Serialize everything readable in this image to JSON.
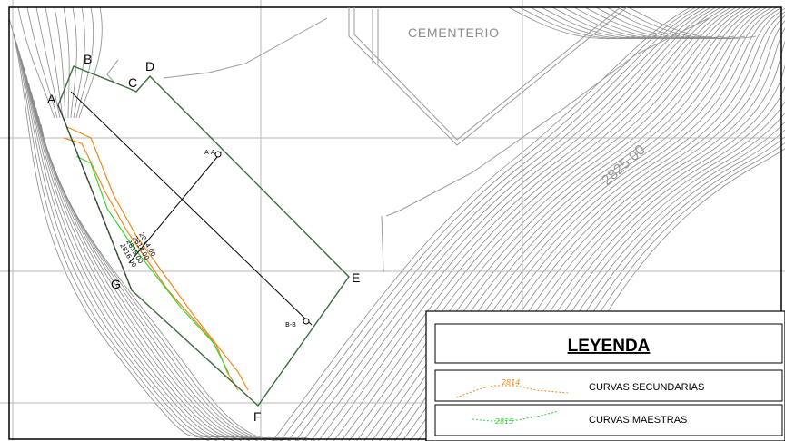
{
  "map": {
    "place_label": "CEMENTERIO",
    "contour_label": "2825.00",
    "points": [
      "A",
      "B",
      "C",
      "D",
      "E",
      "F",
      "G"
    ],
    "section_labels": [
      "A-A",
      "B-B"
    ],
    "curve_labels": [
      "2814.00",
      "2814.00",
      "2815.00",
      "2816.00"
    ]
  },
  "legend": {
    "title": "LEYENDA",
    "items": [
      {
        "label": "CURVAS SECUNDARIAS",
        "sample": "2814",
        "color": "#f28a1e"
      },
      {
        "label": "CURVAS MAESTRAS",
        "sample": "2815",
        "color": "#35d635"
      }
    ]
  },
  "colors": {
    "secondary": "#f28a1e",
    "master": "#35d635",
    "boundary": "#3a6b3a",
    "contour": "#8a8a8a",
    "grid": "#b8b8b8"
  }
}
